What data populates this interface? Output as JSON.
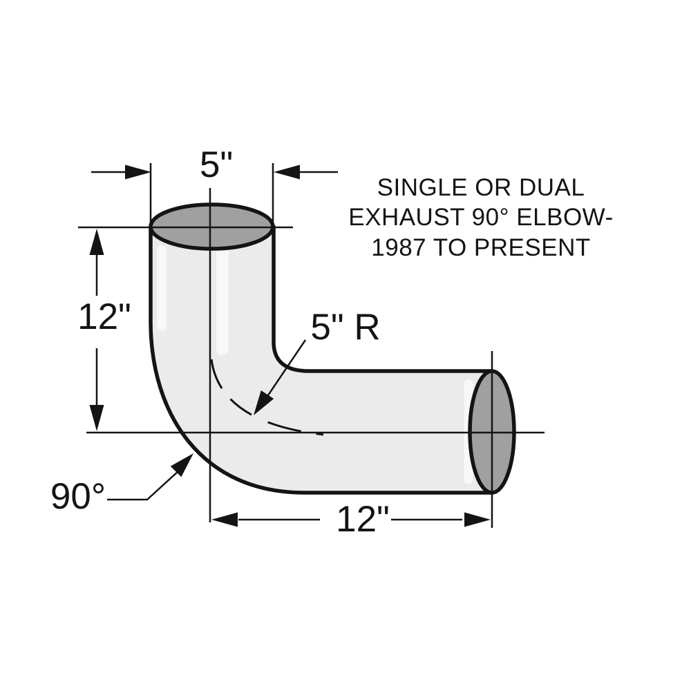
{
  "colors": {
    "background": "#ffffff",
    "line": "#141414",
    "pipe_fill": "#ebebeb",
    "cap_fill": "#a0a0a0"
  },
  "diagram": {
    "title": {
      "line1": "SINGLE OR DUAL",
      "line2": "EXHAUST 90° ELBOW-",
      "line3": "1987 TO PRESENT"
    },
    "dims": {
      "top_diameter": "5\"",
      "inlet_height": "12\"",
      "bend_radius": "5\" R",
      "bend_angle": "90°",
      "outlet_length": "12\""
    }
  }
}
